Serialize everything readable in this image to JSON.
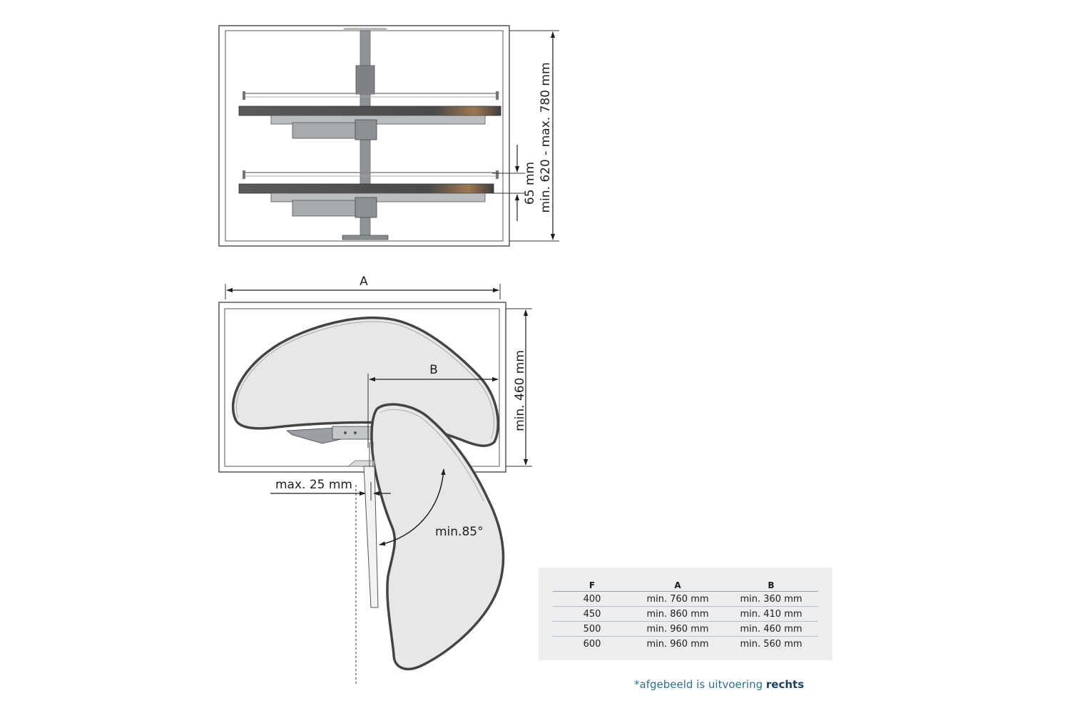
{
  "top_view": {
    "dim_height": "min. 620 - max. 780 mm",
    "dim_spacing": "65 mm"
  },
  "plan_view": {
    "dim_a": "A",
    "dim_b": "B",
    "dim_depth": "min. 460 mm",
    "dim_gap": "max. 25 mm",
    "dim_angle": "min.85°"
  },
  "table": {
    "headers": [
      "F",
      "A",
      "B"
    ],
    "rows": [
      [
        "400",
        "min. 760 mm",
        "min. 360 mm"
      ],
      [
        "450",
        "min. 860 mm",
        "min. 410 mm"
      ],
      [
        "500",
        "min. 960 mm",
        "min. 460 mm"
      ],
      [
        "600",
        "min. 960 mm",
        "min. 560 mm"
      ]
    ]
  },
  "footnote": {
    "prefix": "*afgebeeld is uitvoering",
    "emphasis": "rechts"
  },
  "colors": {
    "frame": "#555555",
    "shelf_dark": "#4a4a4a",
    "metal": "#9b9fa3",
    "shelf_fill": "#e6e7e9",
    "table_bg": "#ebedef",
    "footnote_text": "#2d6f92",
    "footnote_emphasis": "#1b3f61"
  }
}
